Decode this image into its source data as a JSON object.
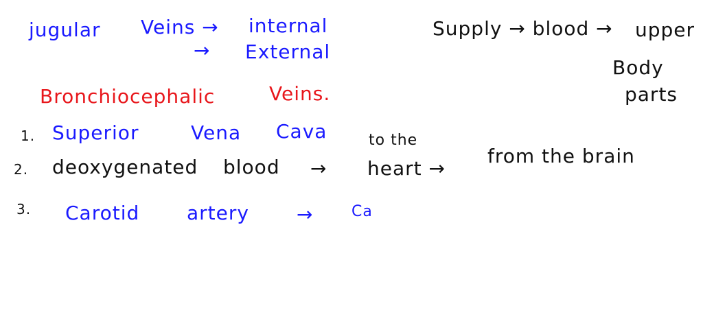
{
  "colors": {
    "blue_ink": "#1a1aff",
    "black_ink": "#111111",
    "red_ink": "#e8161b",
    "background": "#ffffff"
  },
  "notes": {
    "line1": {
      "jugular": "jugular",
      "veins": "Veins →",
      "internal": "internal",
      "arrow2": "→",
      "external": "External"
    },
    "supply": {
      "text": "Supply → blood →",
      "upper": "upper",
      "body": "Body",
      "parts": "parts"
    },
    "bronchio": {
      "title": "Bronchiocephalic",
      "veins": "Veins."
    },
    "item1": {
      "number": "1.",
      "text": "Superior",
      "vena": "Vena",
      "cava": "Cava"
    },
    "item2": {
      "number": "2.",
      "text": "deoxygenated",
      "blood": "blood",
      "arrow": "→",
      "to_the": "to the",
      "heart": "heart →",
      "from_brain": "from the brain"
    },
    "item3": {
      "number": "3.",
      "carotid": "Carotid",
      "artery": "artery",
      "arrow": "→",
      "partial": "Ca"
    }
  }
}
